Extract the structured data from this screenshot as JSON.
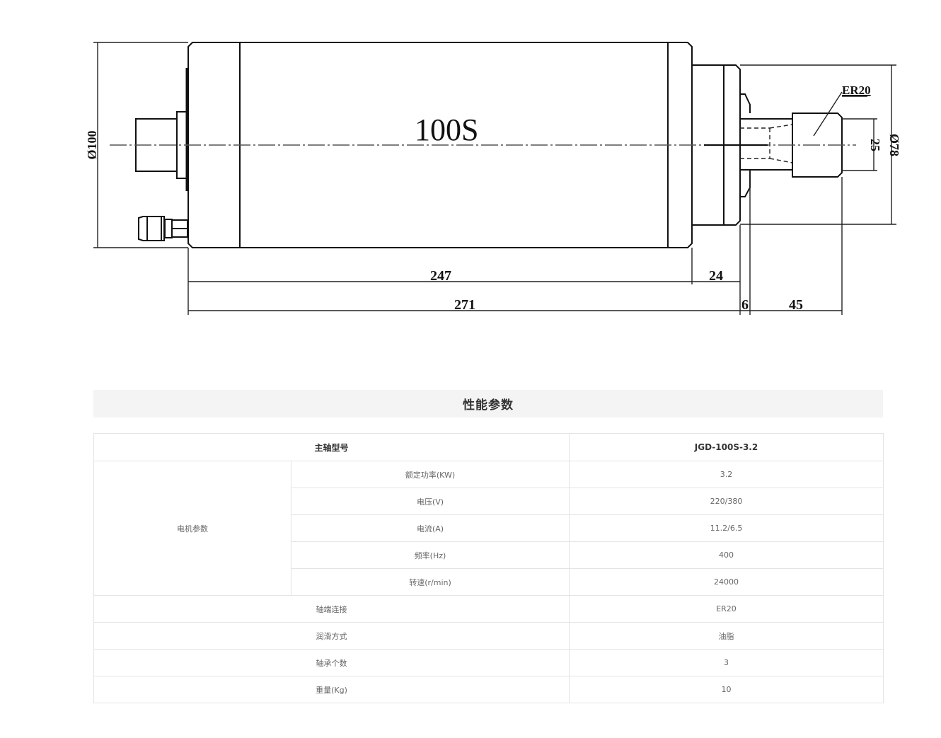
{
  "drawing": {
    "model_label": "100S",
    "collet_label": "ER20",
    "dimensions": {
      "body_diameter": "Ø100",
      "nose_diameter": "Ø78",
      "collet_height": "25",
      "body_length": "247",
      "nose_length": "24",
      "total_length": "271",
      "gap": "6",
      "collet_length": "45"
    }
  },
  "section": {
    "title": "性能参数"
  },
  "spec_table": {
    "header": {
      "label": "主轴型号",
      "value": "JGD-100S-3.2"
    },
    "motor_group": {
      "label": "电机参数",
      "rows": [
        {
          "label": "额定功率(KW)",
          "value": "3.2"
        },
        {
          "label": "电压(V)",
          "value": "220/380"
        },
        {
          "label": "电流(A)",
          "value": "11.2/6.5"
        },
        {
          "label": "频率(Hz)",
          "value": "400"
        },
        {
          "label": "转速(r/min)",
          "value": "24000"
        }
      ]
    },
    "rows": [
      {
        "label": "轴端连接",
        "value": "ER20"
      },
      {
        "label": "润滑方式",
        "value": "油脂"
      },
      {
        "label": "轴承个数",
        "value": "3"
      },
      {
        "label": "重量(Kg)",
        "value": "10"
      }
    ]
  }
}
